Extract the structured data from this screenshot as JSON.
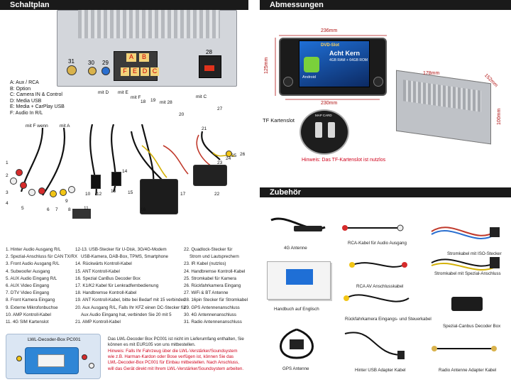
{
  "headers": {
    "schaltplan": "Schaltplan",
    "abmessungen": "Abmessungen",
    "zubehor": "Zubehör"
  },
  "port_labels": {
    "a": "A",
    "b": "B",
    "f": "F",
    "e": "E",
    "d": "D",
    "c": "C",
    "p31": "31",
    "p30": "30",
    "p29": "29",
    "p28": "28"
  },
  "legend": [
    "A: Aux / RCA",
    "B: Option",
    "C: Camera IN & Control",
    "D: Media USB",
    "E: Media + CarPlay USB",
    "F: Audio In R/L"
  ],
  "wire_annotations": {
    "mit_f_wenn": "mit F wenn",
    "mit_a": "mit A",
    "mit_d": "mit D",
    "mit_e": "mit E",
    "mit_f": "mit F",
    "mit_28": "mit 28",
    "mit_c": "mit C"
  },
  "wire_numbers": [
    "1",
    "2",
    "3",
    "4",
    "5",
    "6",
    "7",
    "8",
    "9",
    "10",
    "11",
    "12",
    "13",
    "14",
    "15",
    "16",
    "17",
    "18",
    "19",
    "20",
    "21",
    "22",
    "23",
    "24",
    "25",
    "26",
    "27"
  ],
  "parts_col1": [
    "1. Hinter Audio Ausgang R/L",
    "2. Spezial-Anschluss für CAN TX/RX",
    "3. Front Audio Ausgang R/L",
    "4. Subwoofer Ausgang",
    "5. AUX Audio Eingang R/L",
    "6. AUX Video Eingang",
    "7. DTV Video Eingang",
    "8. Front Kamera Eingang",
    "9. Externe Mikrofonbuchse",
    "10. AMP Kontroll-Kabel",
    "11. 4G SIM Kartenslot"
  ],
  "parts_col2": [
    "12-13. USB-Stecker für U-Disk, 3G/4G-Modem",
    "USB-Kamera, DAB-Box, TPMS, Smartphone",
    "14. Rückwärts Kontroll-Kabel",
    "15. ANT Kontroll-Kabel",
    "16. Spezial CanBus Decoder Box",
    "17. K1/K2 Kabel für Lenkradfernbedienung",
    "18. Handbremse Kontroll-Kabel",
    "19. ANT Kontroll-Kabel, bitte bei Bedarf mit 15 verbinden",
    "20. Aux Ausgang R/L, Falls Ihr KFZ einen DC-Stecker für",
    "Aux Audio Eingang hat, verbinden Sie 20 mit 5",
    "21. AMP Kontroll-Kabel"
  ],
  "parts_col3": [
    "22. Quadlock-Stecker für",
    "Strom und Lautsprechern",
    "23. IR Kabel (nutzlos)",
    "24. Handbremse Kontroll-Kabel",
    "25. Stromkabel für Kamera",
    "26. Rückfahrkamera Eingang",
    "27. WiFi & BT Antenne",
    "28. 16pin Stecker für Stromkabel",
    "29. GPS Antennenanschluss",
    "30. 4G Antennenanschluss",
    "31. Radio Antennenanschluss"
  ],
  "decoder_box_title": "LWL-Decoder-Box PC001",
  "decoder_note_1": "Das LWL-Decoder Box PC001 ist nicht im Lieferumfang enthalten, Sie können es mit EUR105 von uns mitbestellen.",
  "decoder_note_2": "Hinweis: Falls Ihr Fahrzeug über die LWL-Verstärker/Soundsystem wie z.B. Harman-Kardon oder Bose verfügen ist, können Sie das LWL-Decoder-Box PC001 für Einbau mitbestellen. Nach Anschluss, will das Gerät direkt mit Ihrem LWL-Verstärker/Soundsystem arbeiten.",
  "dimensions": {
    "w236": "236mm",
    "h125": "125mm",
    "w230": "230mm",
    "w178": "178mm",
    "d152": "152mm",
    "h100": "100mm"
  },
  "screen": {
    "line1": "DVD-Slot",
    "line2": "Acht Kern",
    "line3": "4GB RAM + 64GB ROM",
    "os": "Android"
  },
  "tf_label": "TF Kartenslot",
  "tf_hint": "Hinweis: Das TF-Kartenslot ist nutzlos",
  "map_card": "MAP CARD",
  "accessories": [
    "4G Antenne",
    "RCA-Kabel für Audio Ausgang",
    "Stromkabel mit ISO-Stecker",
    "RCA AV Anschlusskabel",
    "Stromkabel mit Spezial-Anschluss",
    "Handbuch auf Englisch",
    "Rückfahrkamera Eingangs- und Steuerkabel",
    "Spezial-Canbus Decoder Box",
    "GPS Antenne",
    "Hinter USB Adapter Kabel",
    "Radio Antenne Adapter Kabel"
  ]
}
